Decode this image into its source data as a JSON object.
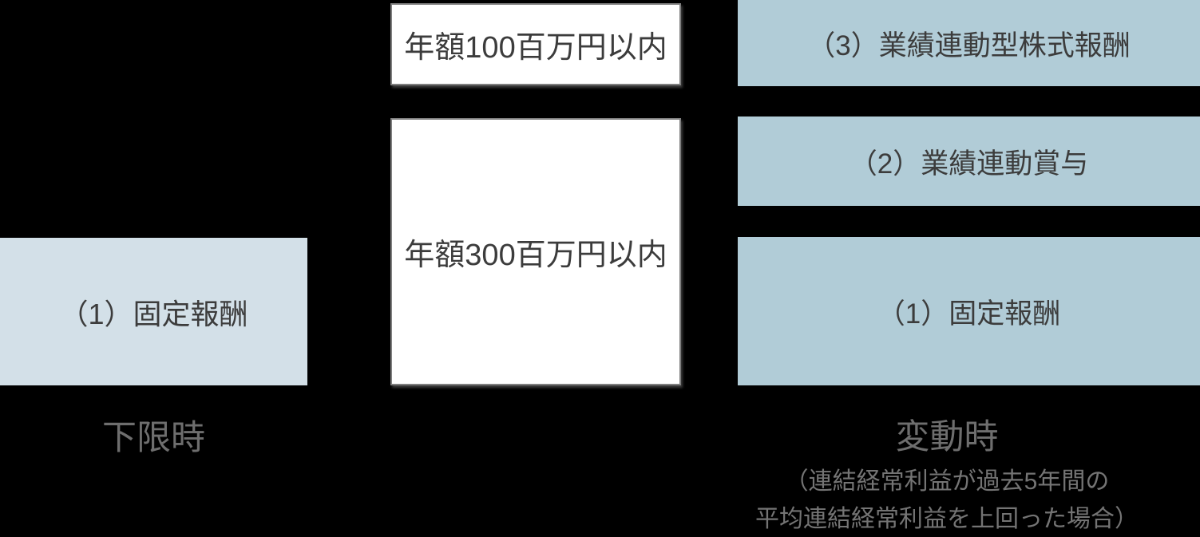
{
  "colors": {
    "background": "#000000",
    "left_box_fill": "#d3e0e8",
    "right_box_fill": "#b1ccd7",
    "white_box_fill": "#ffffff",
    "white_box_border": "#7f7f7f",
    "box_text": "#3c3c3c",
    "label_text": "#6e6e6e",
    "note_text": "#747474"
  },
  "left_column": {
    "fixed_compensation_label": "（1）固定報酬",
    "caption": "下限時"
  },
  "middle_column": {
    "annual_cap_100m_label": "年額100百万円以内",
    "annual_cap_300m_label": "年額300百万円以内"
  },
  "right_column": {
    "boxes": [
      {
        "label": "（3）業績連動型株式報酬"
      },
      {
        "label": "（2）業績連動賞与"
      },
      {
        "label": "（1）固定報酬"
      }
    ],
    "caption": "変動時",
    "caption_note_line1": "（連結経常利益が過去5年間の",
    "caption_note_line2": "平均連結経常利益を上回った場合）"
  }
}
